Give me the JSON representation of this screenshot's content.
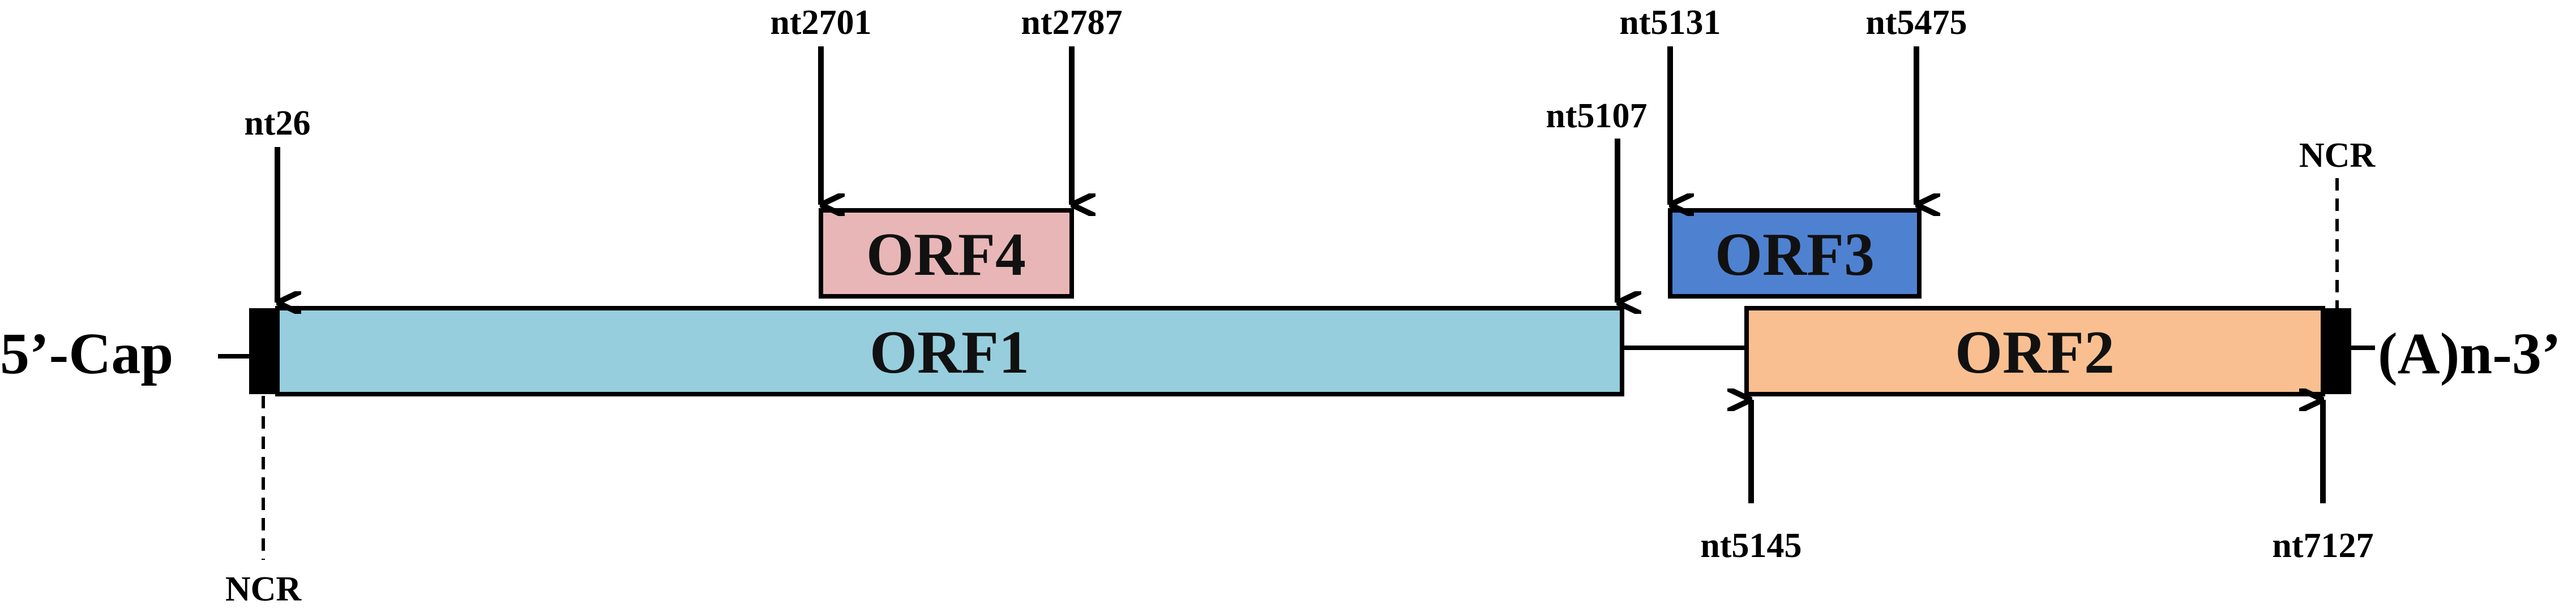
{
  "genome": {
    "five_prime_label": "5’-Cap",
    "three_prime_label": "(A)n-3’",
    "ncr_5prime_label": "NCR",
    "ncr_3prime_label": "NCR"
  },
  "orfs": [
    {
      "id": "orf1",
      "label": "ORF1",
      "color": "#96CEDE"
    },
    {
      "id": "orf2",
      "label": "ORF2",
      "color": "#F9BF90"
    },
    {
      "id": "orf3",
      "label": "ORF3",
      "color": "#4F81D1"
    },
    {
      "id": "orf4",
      "label": "ORF4",
      "color": "#E8B6B6"
    }
  ],
  "positions": {
    "nt26": "nt26",
    "nt2701": "nt2701",
    "nt2787": "nt2787",
    "nt5107": "nt5107",
    "nt5131": "nt5131",
    "nt5475": "nt5475",
    "nt5145": "nt5145",
    "nt7127": "nt7127"
  }
}
